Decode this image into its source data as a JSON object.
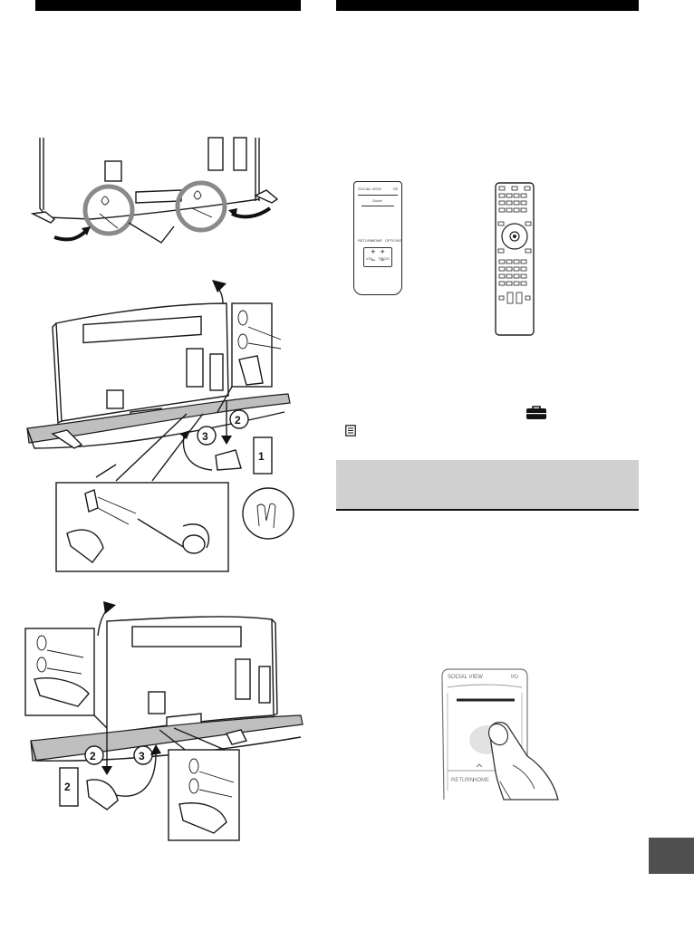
{
  "illustrations": {
    "tv_stand_step_numbers": {
      "step_1": "1",
      "step_2": "2",
      "step_3": "3"
    },
    "touchpad_remote": {
      "top_left_label": "SOCIAL VIEW",
      "top_right_label": "I/⏻",
      "small_center_label": "Guide",
      "bottom_labels": [
        "RETURN",
        "HOME",
        "OPTIONS"
      ],
      "vol_label": "VOL",
      "prog_label": "PROG"
    },
    "touchpad_closeup": {
      "top_left_label": "SOCIAL VIEW",
      "top_right_label": "I/⏻",
      "bottom_labels": [
        "RETURN",
        "HOME"
      ]
    }
  },
  "icons": [
    "toolbox-icon",
    "list-icon"
  ]
}
